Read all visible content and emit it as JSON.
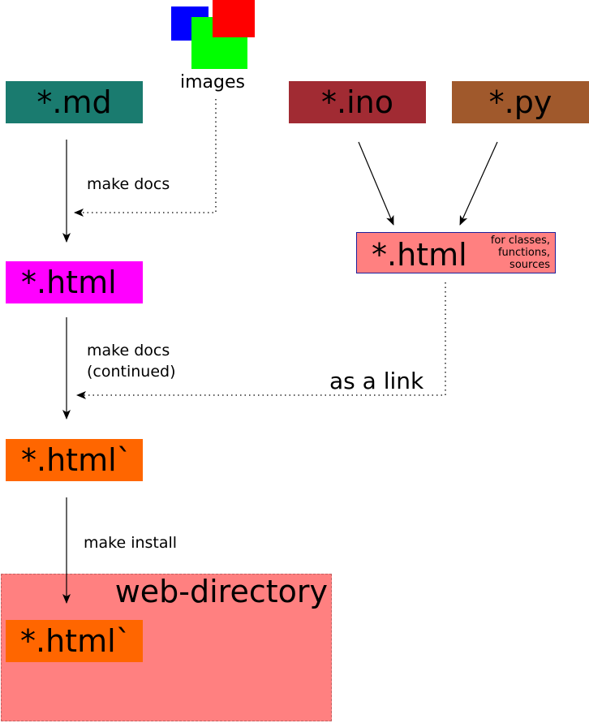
{
  "images": {
    "label": "images"
  },
  "md": {
    "label": "*.md",
    "color": "#1a7b6f"
  },
  "ino": {
    "label": "*.ino",
    "color": "#a12b33"
  },
  "py": {
    "label": "*.py",
    "color": "#a0592c"
  },
  "html1": {
    "label": "*.html",
    "color": "#ff00ff"
  },
  "html_api": {
    "label": "*.html",
    "note_lines": [
      "for classes,",
      "functions,",
      "sources"
    ],
    "color": "#ff8080",
    "border": "#1e1e9a"
  },
  "html2": {
    "label": "*.html`",
    "color": "#ff6600"
  },
  "web_dir": {
    "label": "web-directory",
    "color": "#ff8080",
    "inner_label": "*.html`"
  },
  "edges": {
    "make_docs": "make docs",
    "make_docs_cont_1": "make docs",
    "make_docs_cont_2": "(continued)",
    "as_a_link": "as a link",
    "make_install": "make install"
  }
}
